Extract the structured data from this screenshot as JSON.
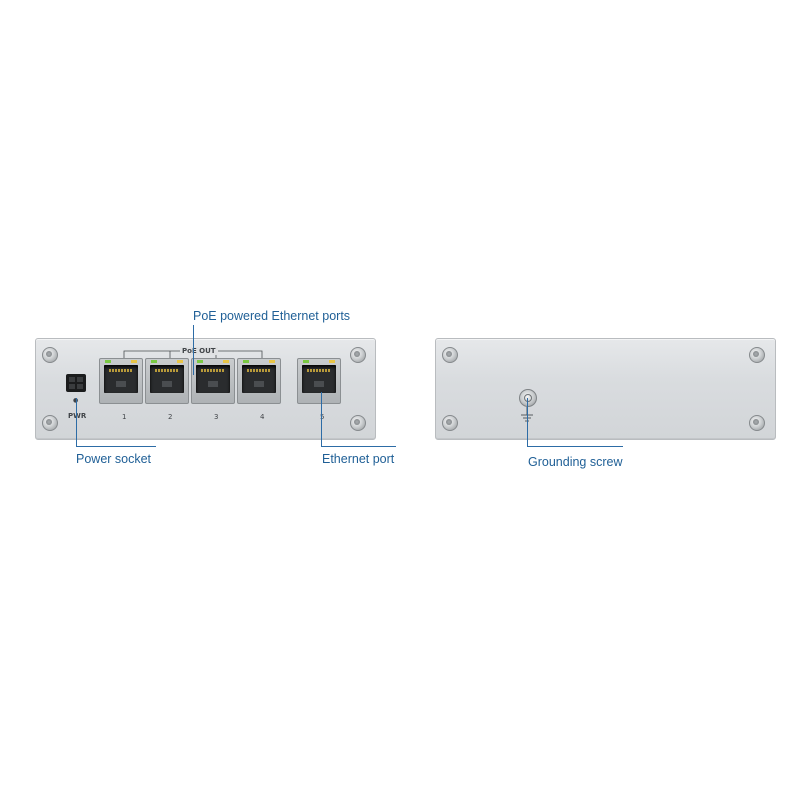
{
  "callouts": {
    "poe_ports": "PoE powered Ethernet ports",
    "power_socket": "Power socket",
    "ethernet_port": "Ethernet port",
    "grounding_screw": "Grounding screw"
  },
  "front_panel": {
    "poe_label": "PoE OUT",
    "pwr_label": "PWR",
    "port_numbers": [
      "1",
      "2",
      "3",
      "4",
      "5"
    ]
  },
  "colors": {
    "callout_text": "#1f5f96",
    "callout_line": "#2d6ca6",
    "led_green": "#7ac943",
    "led_amber": "#e8c547"
  }
}
